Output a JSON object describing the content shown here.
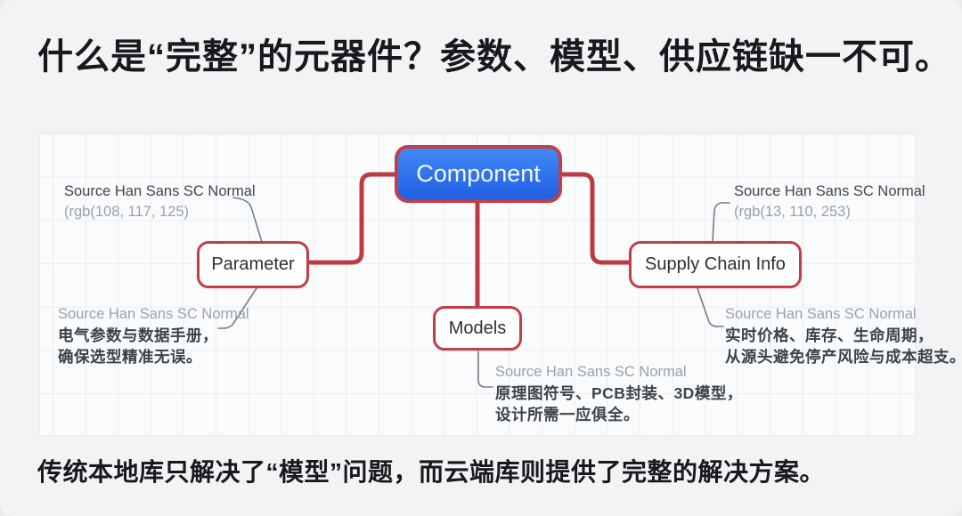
{
  "title": "什么是“完整”的元器件？参数、模型、供应链缺一不可。",
  "footer": "传统本地库只解决了“模型”问题，而云端库则提供了完整的解决方案。",
  "diagram": {
    "nodes": {
      "component": {
        "label": "Component"
      },
      "parameter": {
        "label": "Parameter"
      },
      "models": {
        "label": "Models"
      },
      "supply_chain": {
        "label": "Supply Chain Info"
      }
    },
    "annotations": {
      "parameter_font": {
        "font_name": "Source Han Sans SC Normal",
        "color_value": "(rgb(108, 117, 125)"
      },
      "supply_font": {
        "font_name": "Source Han Sans SC Normal",
        "color_value": "(rgb(13, 110, 253)"
      },
      "parameter_desc": {
        "font_name": "Source Han Sans SC Normal",
        "text_line1": "电气参数与数据手册，",
        "text_line2": "确保选型精准无误。"
      },
      "models_desc": {
        "font_name": "Source Han Sans SC Normal",
        "text_line1": "原理图符号、PCB封装、3D模型，",
        "text_line2": "设计所需一应俱全。"
      },
      "supply_desc": {
        "font_name": "Source Han Sans SC Normal",
        "text_line1": "实时价格、库存、生命周期，",
        "text_line2": "从源头避免停产风险与成本超支。"
      }
    },
    "colors": {
      "connector_red": "#bc3a44",
      "node_border_red": "#c03f48",
      "component_blue_top": "#3f86f4",
      "component_blue_bottom": "#2263e0",
      "annotation_gray": "#9aa1a8",
      "annotation_dark": "#40464c",
      "page_background": "#f2f3f5",
      "panel_background": "#fafbfc"
    }
  }
}
